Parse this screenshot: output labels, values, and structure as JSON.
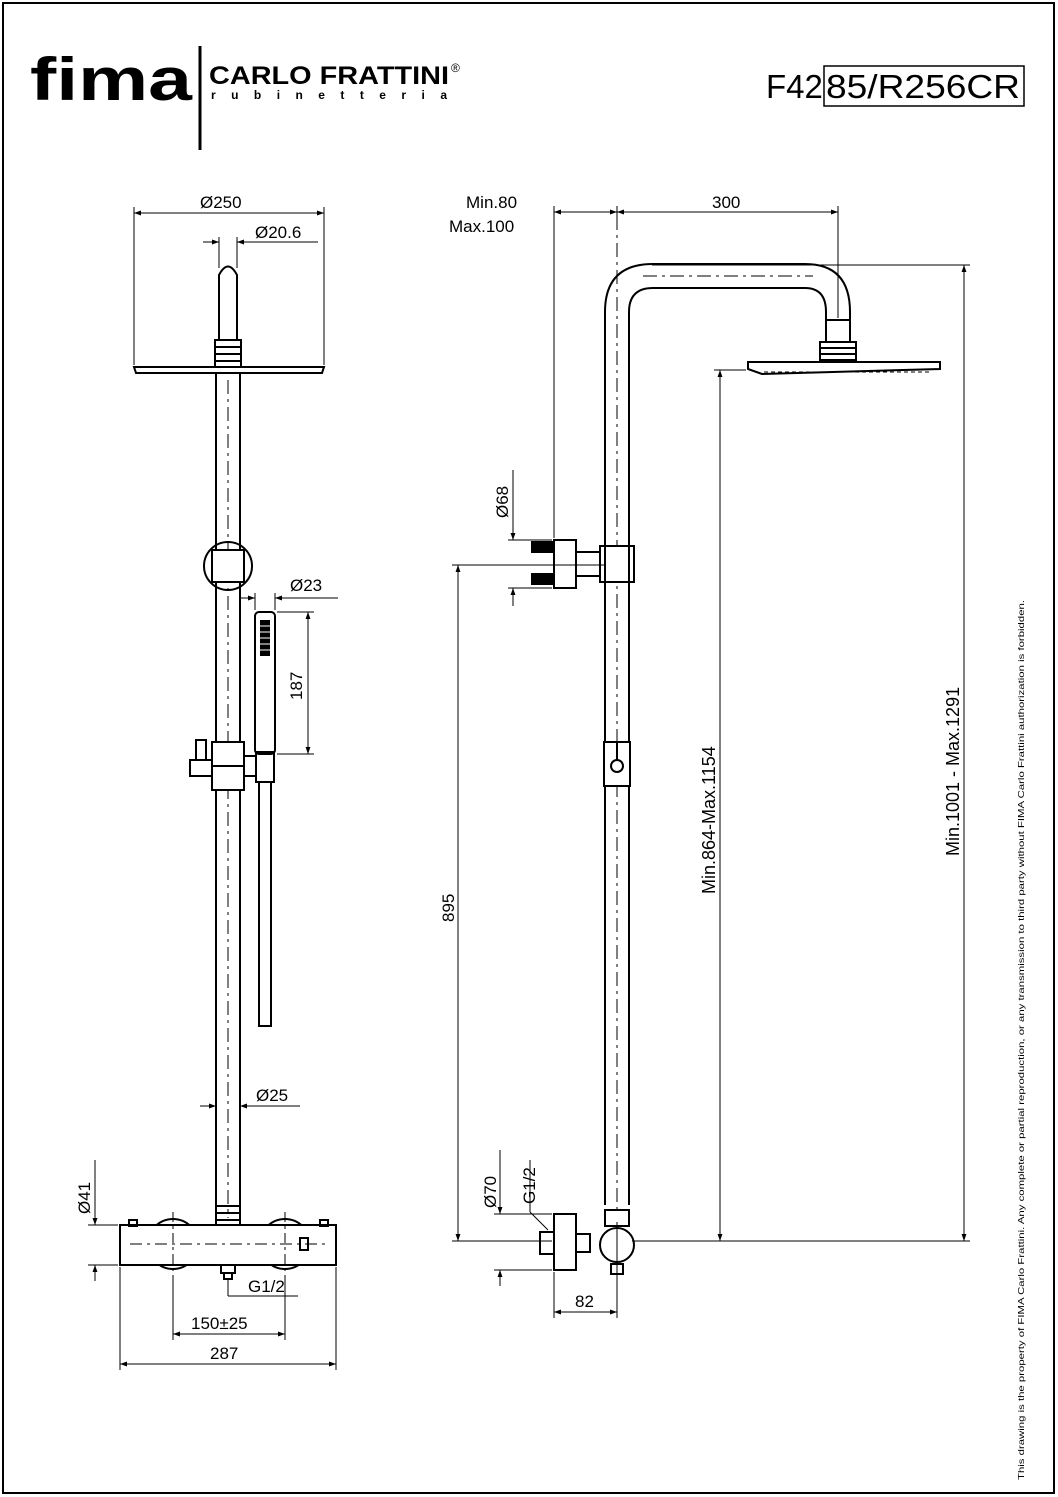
{
  "header": {
    "logo_text": "fima",
    "brand": "CARLO FRATTINI",
    "brand_mark": "®",
    "tagline": "rubinetteria",
    "model_prefix": "F42",
    "model_boxed": "85/R256CR"
  },
  "front_view": {
    "head_diameter": "Ø250",
    "arm_diameter": "Ø20.6",
    "hand_shower_diameter": "Ø23",
    "hand_shower_length": "187",
    "pipe_diameter": "Ø25",
    "mixer_diameter": "Ø41",
    "inlet_thread": "G1/2",
    "inlet_spacing": "150±25",
    "mixer_width": "287"
  },
  "side_view": {
    "projection_min": "Min.80",
    "projection_max": "Max.100",
    "arm_length": "300",
    "bracket_diameter": "Ø68",
    "bracket_height": "895",
    "head_height_range": "Min.864-Max.1154",
    "total_height_range": "Min.1001 - Max.1291",
    "eccentric_diameter": "Ø70",
    "eccentric_thread": "G1/2",
    "wall_offset": "82"
  },
  "footer": {
    "copyright": "This drawing is the property of FIMA Carlo Frattini. Any complete or partial reproduction, or any transmission to third party without FIMA Carlo Frattini authorization is forbidden."
  }
}
